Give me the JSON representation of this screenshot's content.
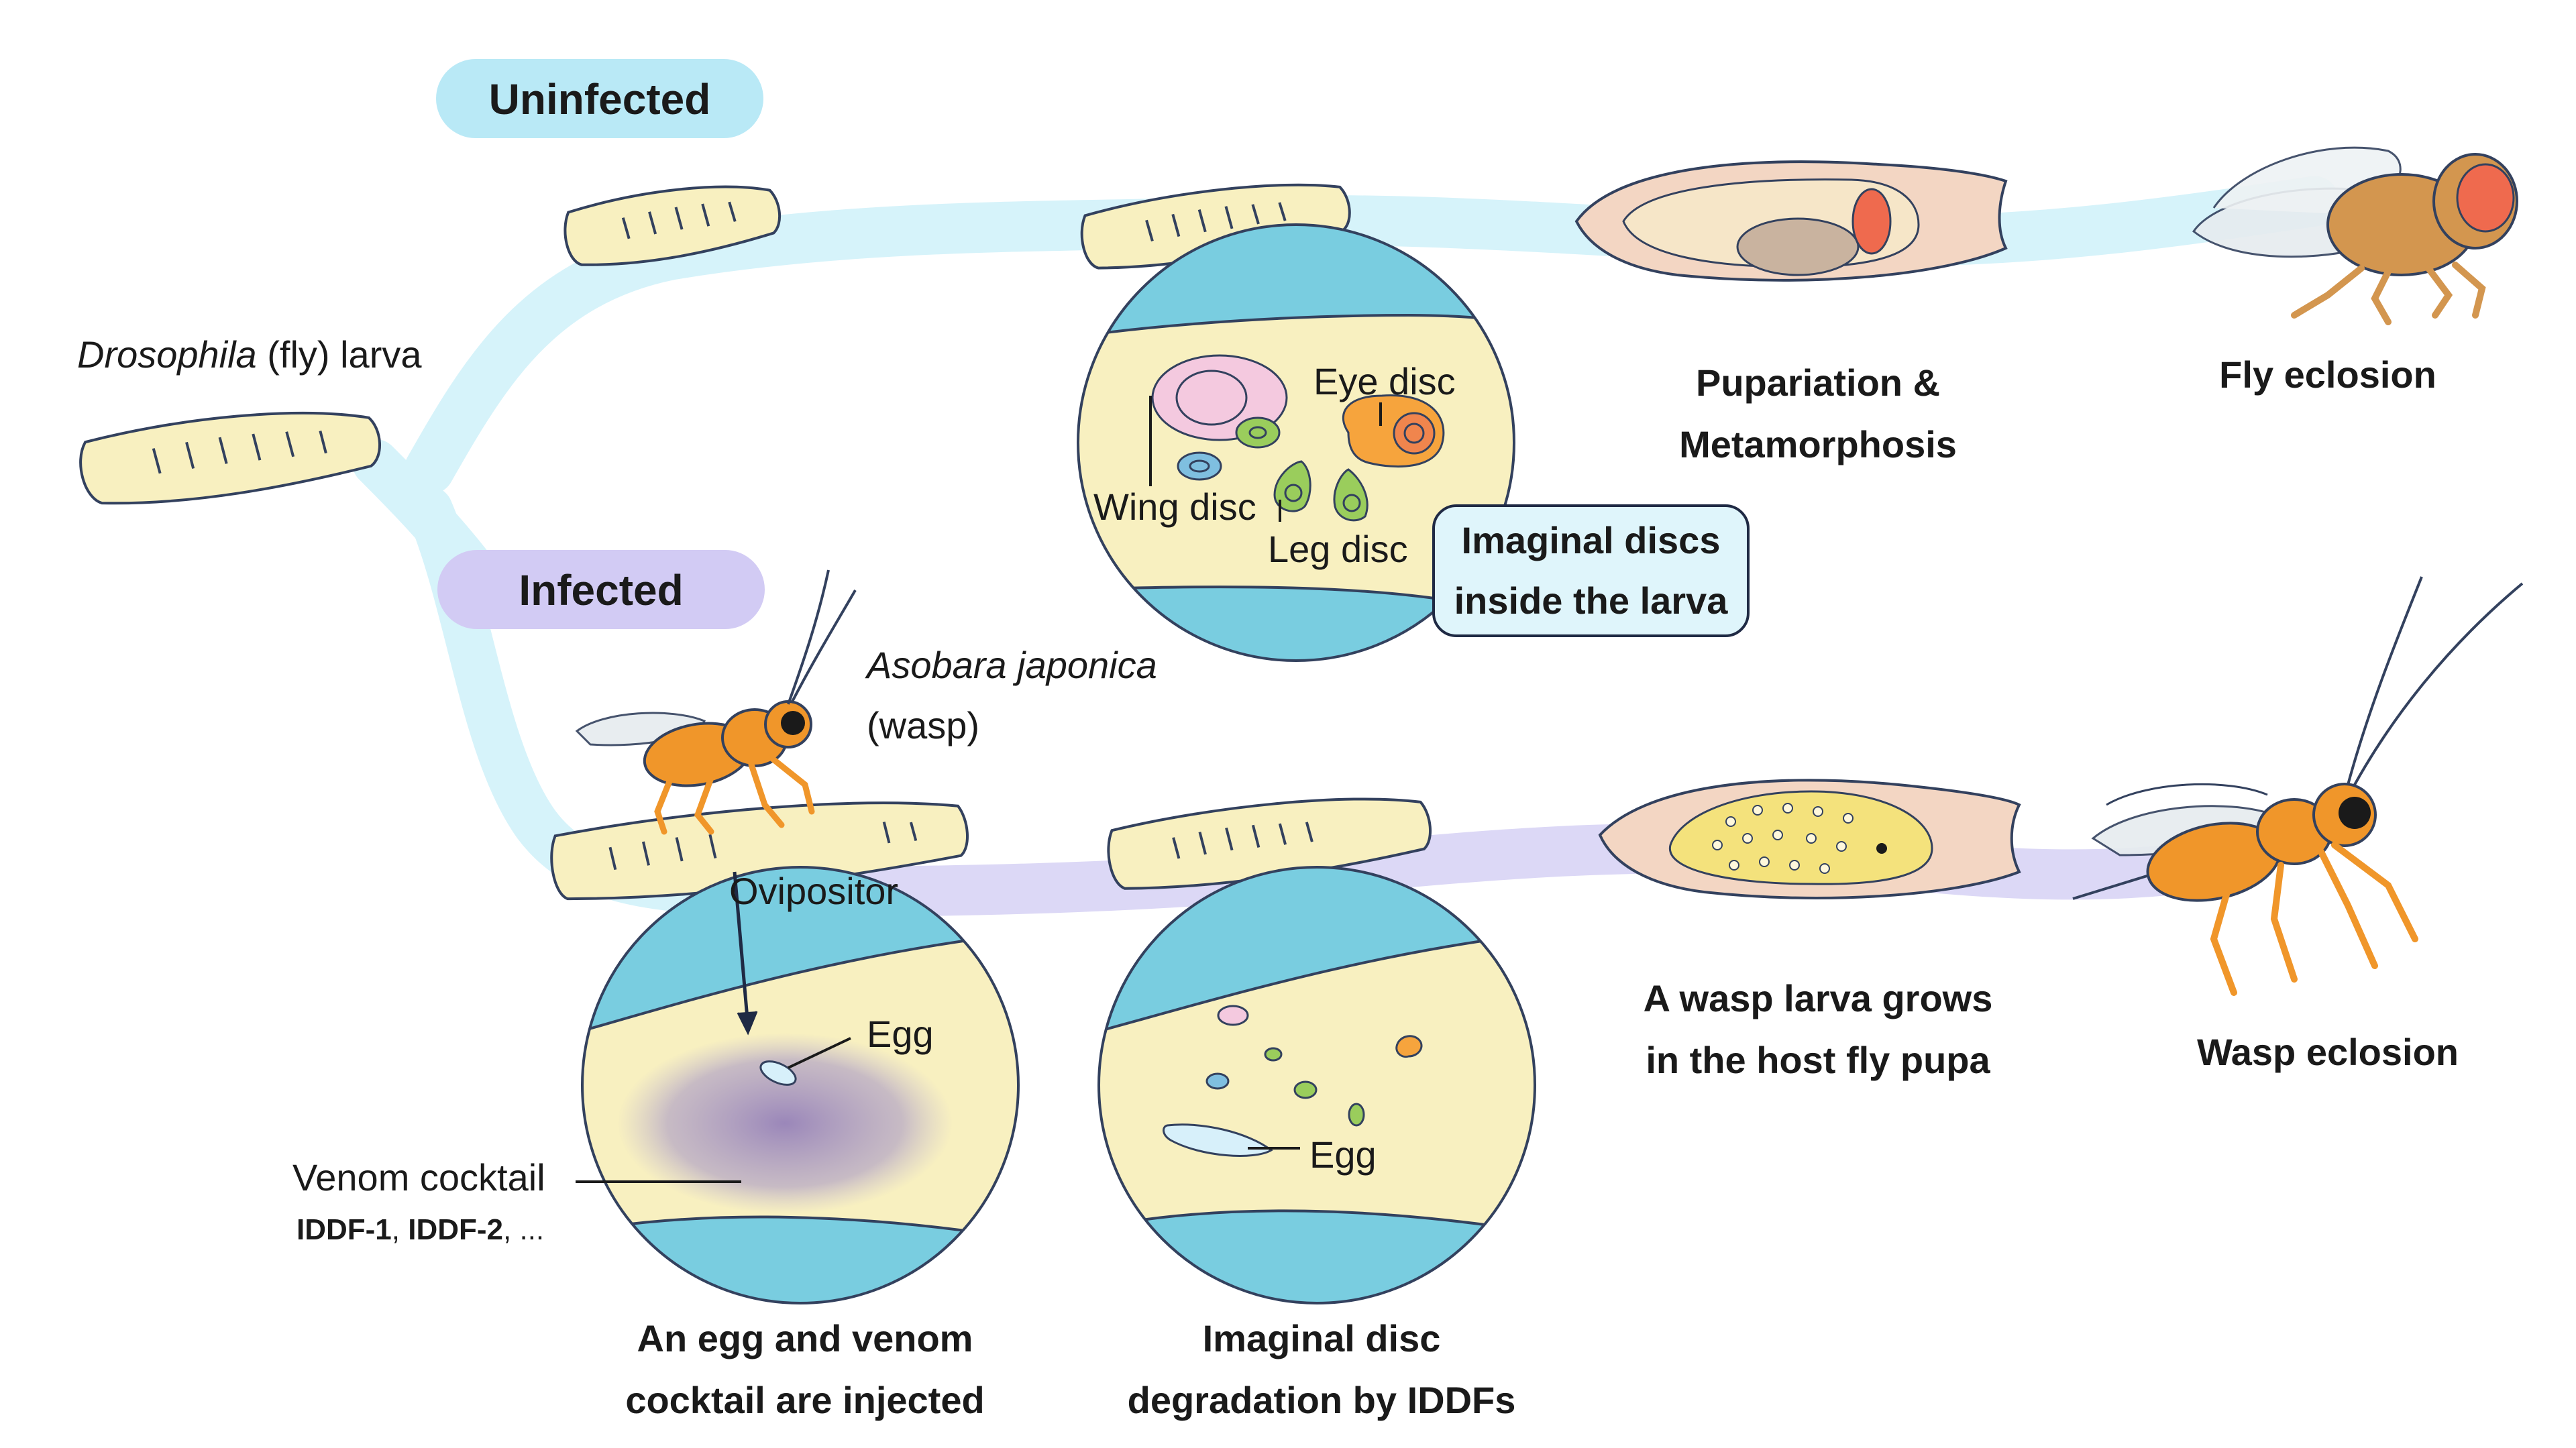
{
  "labels": {
    "uninfected": "Uninfected",
    "infected": "Infected",
    "drosophila_italic": "Drosophila",
    "drosophila_rest": " (fly) larva",
    "wasp_name": "Asobara japonica",
    "wasp_common": "(wasp)",
    "eye_disc": "Eye disc",
    "wing_disc": "Wing disc",
    "leg_disc": "Leg disc",
    "imaginal_callout_line1": "Imaginal discs",
    "imaginal_callout_line2": "inside the larva",
    "pupariation_line1": "Pupariation &",
    "pupariation_line2": "Metamorphosis",
    "fly_eclosion": "Fly eclosion",
    "ovipositor": "Ovipositor",
    "egg": "Egg",
    "egg2": "Egg",
    "venom_cocktail": "Venom cocktail",
    "iddf1": "IDDF-1",
    "iddf_sep": ", ",
    "iddf2": "IDDF-2",
    "iddf_more": ", ...",
    "inject_line1": "An egg and venom",
    "inject_line2": "cocktail are injected",
    "degrade_line1": "Imaginal disc",
    "degrade_line2": "degradation by IDDFs",
    "grow_line1": "A wasp larva grows",
    "grow_line2": "in the host fly pupa",
    "wasp_eclosion": "Wasp eclosion"
  },
  "colors": {
    "uninfected_path": "#d6f3fa",
    "uninfected_pill": "#b9e9f6",
    "infected_path": "#dcd8f6",
    "infected_pill": "#d2cbf4",
    "larva_fill": "#f8f0c0",
    "circle_blue": "#79cde0",
    "wasp_orange": "#f0962a",
    "fly_brown": "#d3964f"
  }
}
